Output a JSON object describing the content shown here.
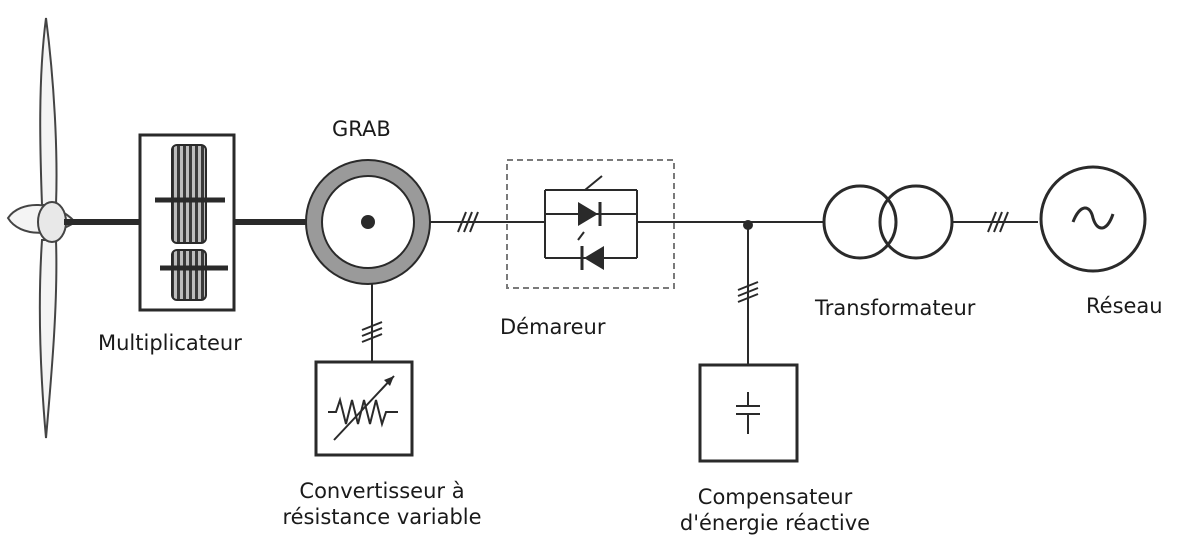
{
  "labels": {
    "generator": "GRAB",
    "gearbox": "Multiplicateur",
    "starter": "Démareur",
    "transformer": "Transformateur",
    "grid": "Réseau",
    "converter_line1": "Convertisseur à",
    "converter_line2": "résistance variable",
    "compensator_line1": "Compensateur",
    "compensator_line2": "d'énergie réactive"
  },
  "icons": {
    "turbine": "wind-turbine-icon",
    "gearbox": "gearbox-icon",
    "generator": "generator-icon",
    "starter": "thyristor-starter-icon",
    "converter": "variable-resistor-icon",
    "compensator": "capacitor-icon",
    "transformer": "transformer-icon",
    "grid": "ac-source-icon"
  },
  "colors": {
    "line": "#2a2a2a",
    "generator_ring": "#9a9a9a",
    "dashed_box": "#7a7a7a"
  }
}
